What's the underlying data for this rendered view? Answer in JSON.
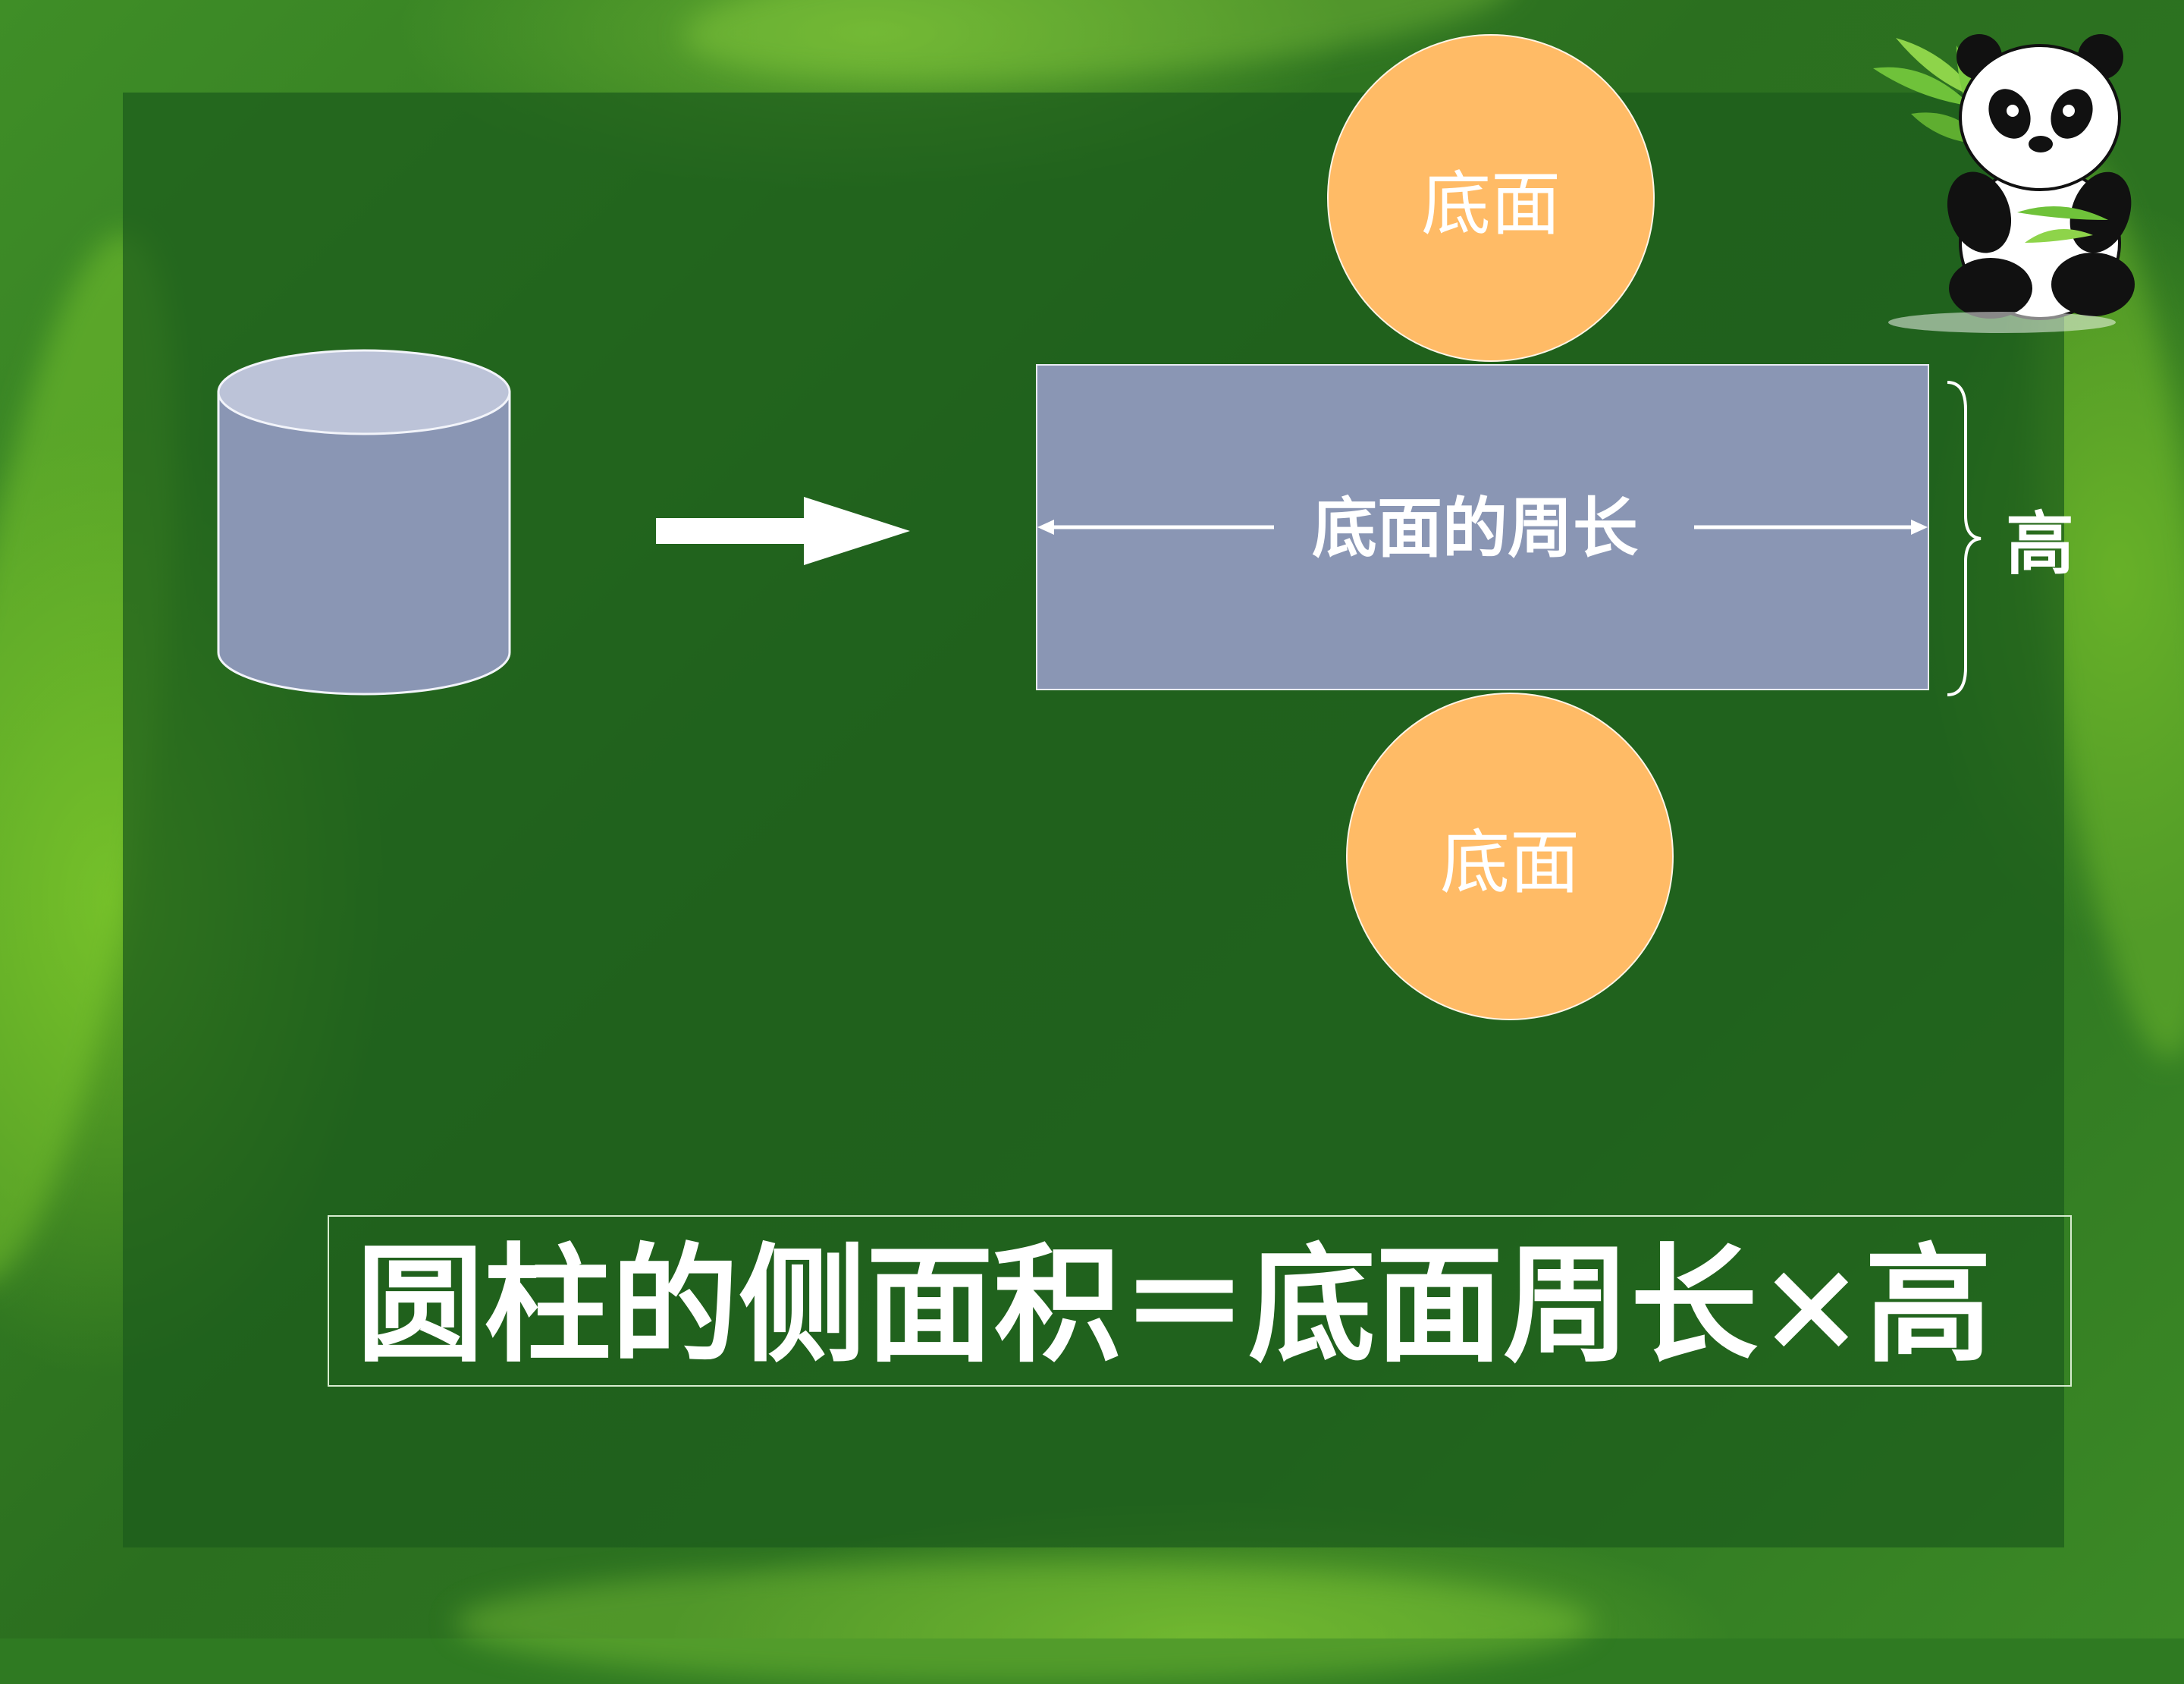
{
  "net": {
    "top_face_label": "底面",
    "bottom_face_label": "底面",
    "side_width_label": "底面的周长",
    "side_height_label": "高"
  },
  "formula": {
    "text": "圆柱的侧面积＝底面周长×高"
  },
  "colors": {
    "cylinder_fill": "#8a96b4",
    "cylinder_top": "#bcc3d8",
    "rectangle_fill": "#8a96b4",
    "circle_fill": "#ffbb66",
    "text": "#ffffff",
    "background": "#2f7a22"
  },
  "icons": {
    "solid": "cylinder-icon",
    "transform": "arrow-right-icon",
    "decoration": "panda-icon"
  }
}
